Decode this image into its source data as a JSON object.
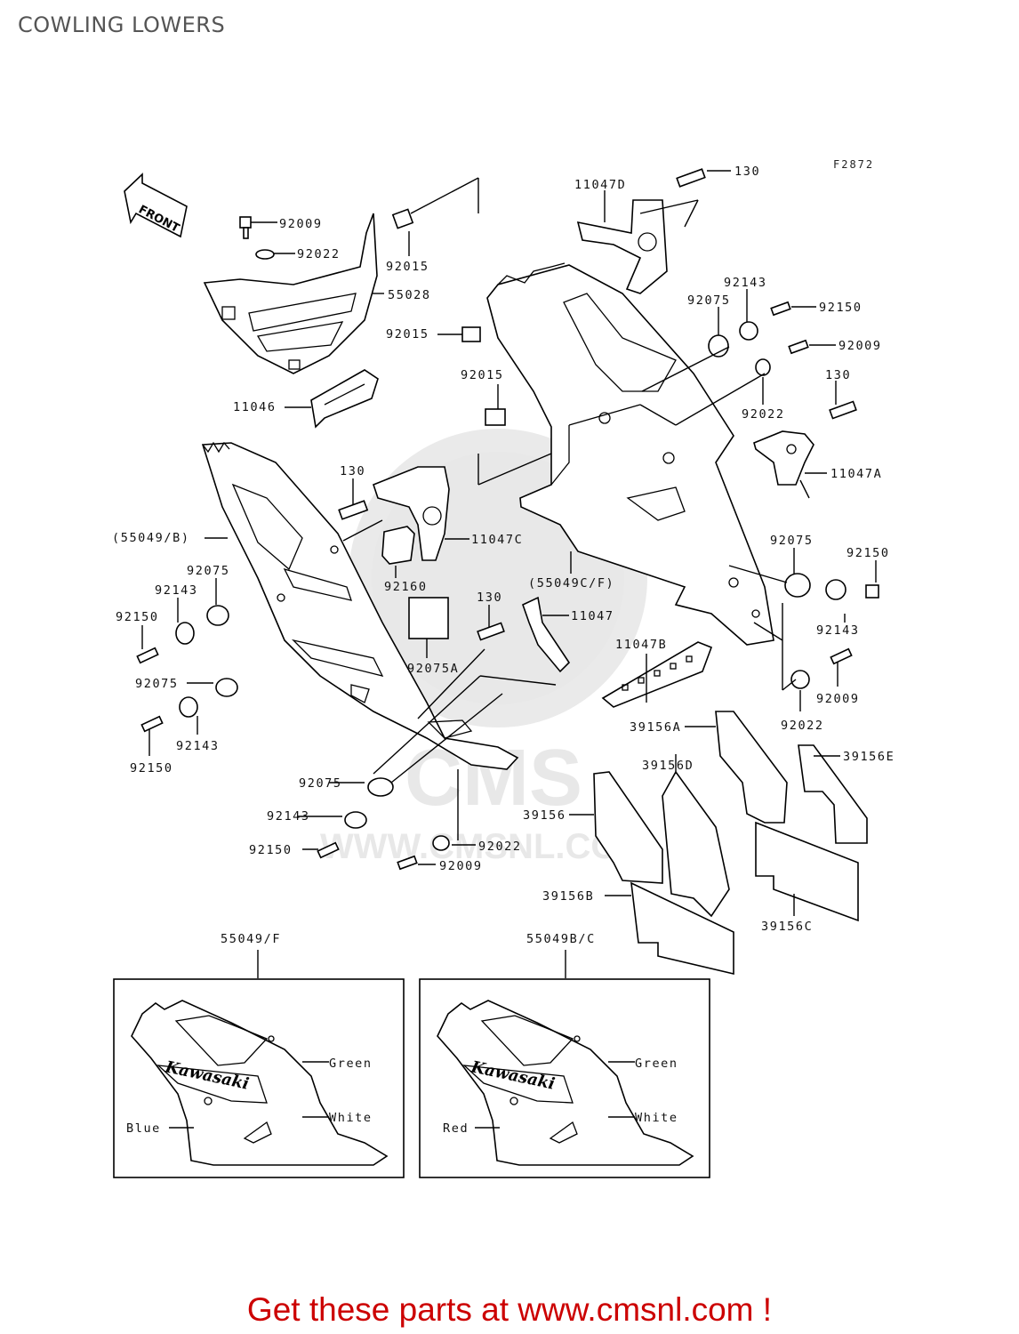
{
  "title": "COWLING LOWERS",
  "figure_code": "F2872",
  "front_arrow": "FRONT",
  "watermark": "WWW.CMSNL.COM",
  "labels": {
    "l92009a": "92009",
    "l92022a": "92022",
    "l55028": "55028",
    "l92015a": "92015",
    "l92015b": "92015",
    "l92015c": "92015",
    "l11046": "11046",
    "l11047D": "11047D",
    "l130a": "130",
    "l92143a": "92143",
    "l92075a": "92075",
    "l92150a": "92150",
    "l92009b": "92009",
    "l130b": "130",
    "l92022b": "92022",
    "l11047A": "11047A",
    "l130c": "130",
    "l11047C": "11047C",
    "l55049B": "(55049/B)",
    "l92075b": "92075",
    "l92143b": "92143",
    "l92150b": "92150",
    "l92160": "92160",
    "l55049CF": "(55049C/F)",
    "l130d": "130",
    "l11047": "11047",
    "l92075A": "92075A",
    "l11047B": "11047B",
    "l92075c": "92075",
    "l92143c": "92143",
    "l92150c": "92150",
    "l92075d": "92075",
    "l92150d": "92150",
    "l92143d": "92143",
    "l92009c": "92009",
    "l92022c": "92022",
    "l39156A": "39156A",
    "l39156E": "39156E",
    "l39156D": "39156D",
    "l92150e": "92150",
    "l92143e": "92143",
    "l92075e": "92075",
    "l39156": "39156",
    "l92022d": "92022",
    "l92009d": "92009",
    "l39156B": "39156B",
    "l39156C": "39156C"
  },
  "insets": [
    {
      "part": "55049/F",
      "logo": "Kawasaki",
      "labels": [
        "Green",
        "White",
        "Blue"
      ]
    },
    {
      "part": "55049B/C",
      "logo": "Kawasaki",
      "labels": [
        "Green",
        "White",
        "Red"
      ]
    }
  ],
  "footer": "Get these parts at www.cmsnl.com !",
  "colors": {
    "footer": "#cc0000",
    "title": "#555555",
    "watermark": "#e6e6e6"
  }
}
